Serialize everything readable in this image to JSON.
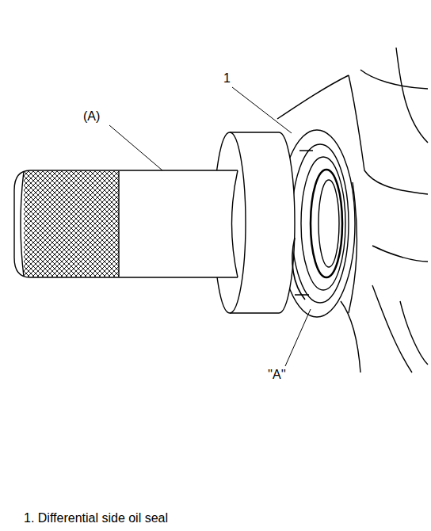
{
  "diagram": {
    "caption": "1. Differential side oil seal",
    "labels": [
      "(A)",
      "1",
      "''A''"
    ]
  }
}
